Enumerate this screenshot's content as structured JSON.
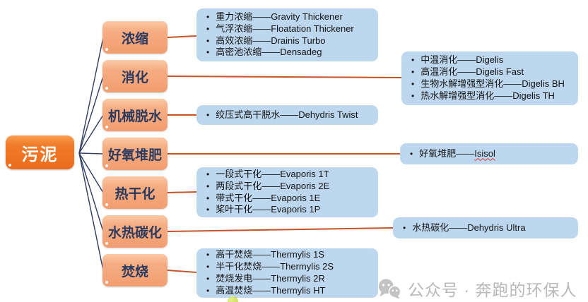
{
  "root": {
    "label": "污泥"
  },
  "branches": [
    {
      "label": "浓缩",
      "items": [
        "重力浓缩——Gravity Thickener",
        "气浮浓缩——Floatation Thickener",
        "高效浓缩——Drainis Turbo",
        "高密池浓缩——Densadeg"
      ]
    },
    {
      "label": "消化",
      "items": [
        "中温消化——Digelis",
        "高温消化——Digelis Fast",
        "生物水解增强型消化——Digelis BH",
        "热水解增强型消化——Digelis TH"
      ]
    },
    {
      "label": "机械脱水",
      "items": [
        "绞压式高干脱水——Dehydris  Twist"
      ]
    },
    {
      "label": "好氧堆肥",
      "items": [
        {
          "cn": "好氧堆肥——",
          "en": "Isisol"
        }
      ]
    },
    {
      "label": "热干化",
      "items": [
        "一段式干化——Evaporis 1T",
        "两段式干化——Evaporis 2E",
        "带式干化——Evaporis 1E",
        "桨叶干化——Evaporis 1P"
      ]
    },
    {
      "label": "水热碳化",
      "items": [
        "水热碳化——Dehydris Ultra"
      ]
    },
    {
      "label": "焚烧",
      "items": [
        "高干焚烧——Thermylis 1S",
        "半干化焚烧——Thermylis  2S",
        "焚烧发电——Thermylis 2R",
        "高温焚烧——Thermylis HT"
      ]
    }
  ],
  "watermark": {
    "text": "公众号 · 奔跑的环保人",
    "icon": "wechat-icon"
  },
  "colors": {
    "root_orange": "#ee7023",
    "branch_orange": "#f5a87d",
    "list_blue": "#bdd7ee",
    "line_navy": "#2f3b63",
    "line_orange": "#c75329",
    "watermark_gray": "#b9b9b9"
  }
}
